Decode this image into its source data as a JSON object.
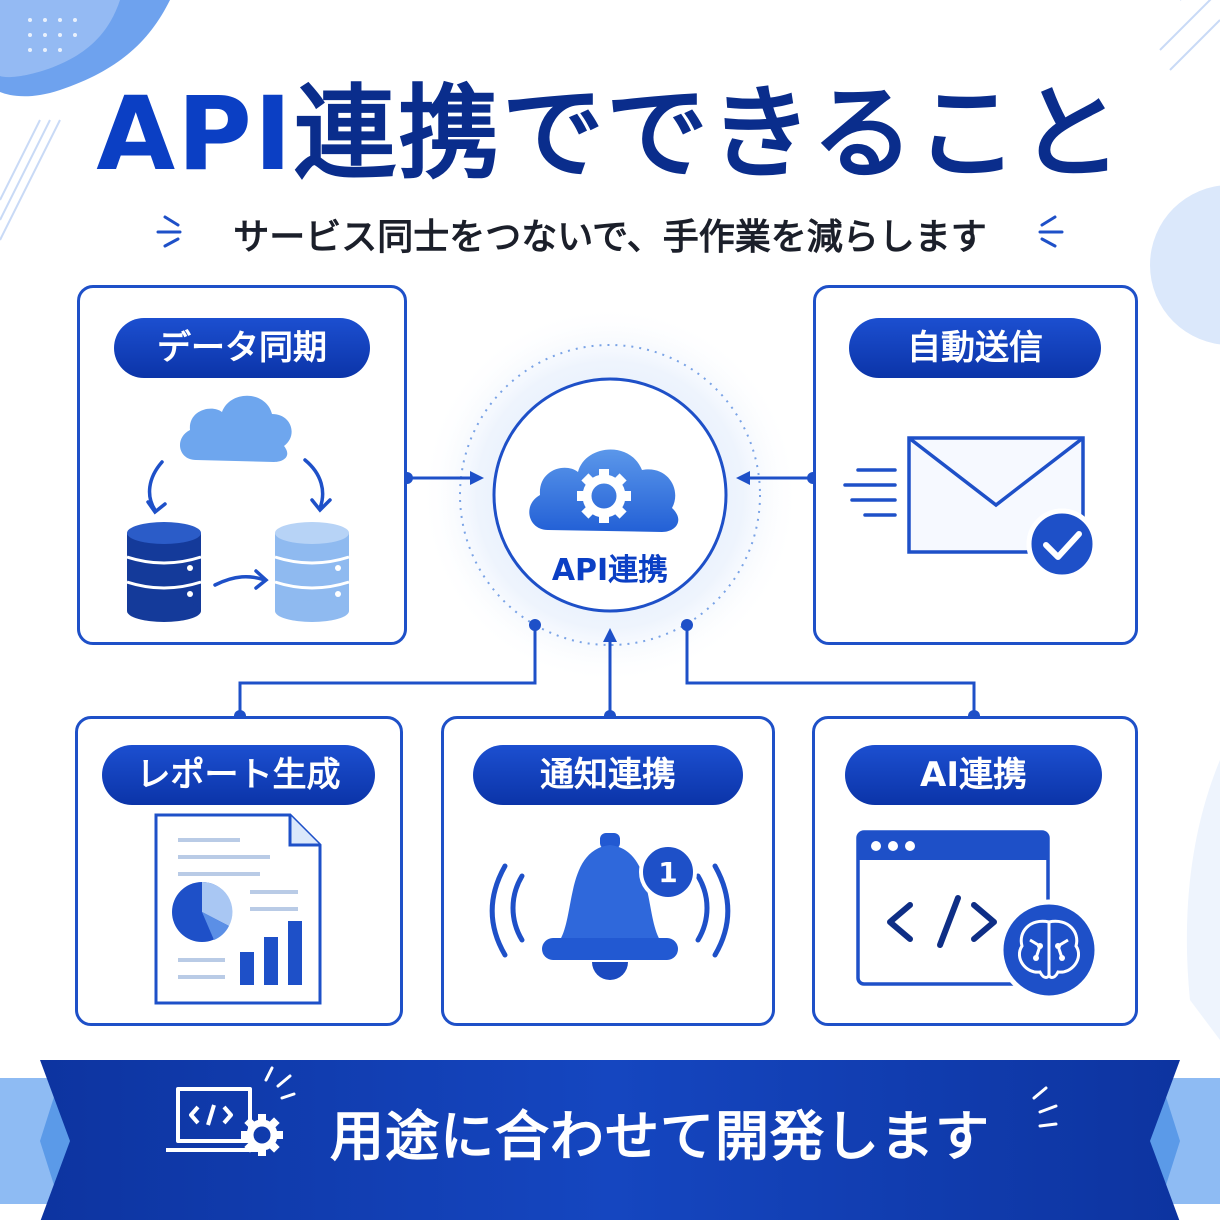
{
  "title": {
    "api": "API",
    "rest": "連携でできること"
  },
  "subtitle": "サービス同士をつないで、手作業を減らします",
  "hub": {
    "label": "API連携"
  },
  "cards": {
    "data_sync": {
      "label": "データ同期"
    },
    "auto_send": {
      "label": "自動送信"
    },
    "report": {
      "label": "レポート生成"
    },
    "notify": {
      "label": "通知連携",
      "badge": "1"
    },
    "ai": {
      "label": "AI連携"
    }
  },
  "banner": {
    "text": "用途に合わせて開発します"
  },
  "colors": {
    "primary": "#1e50c8",
    "navy": "#0a2d8c",
    "light": "#8fb8f0"
  }
}
